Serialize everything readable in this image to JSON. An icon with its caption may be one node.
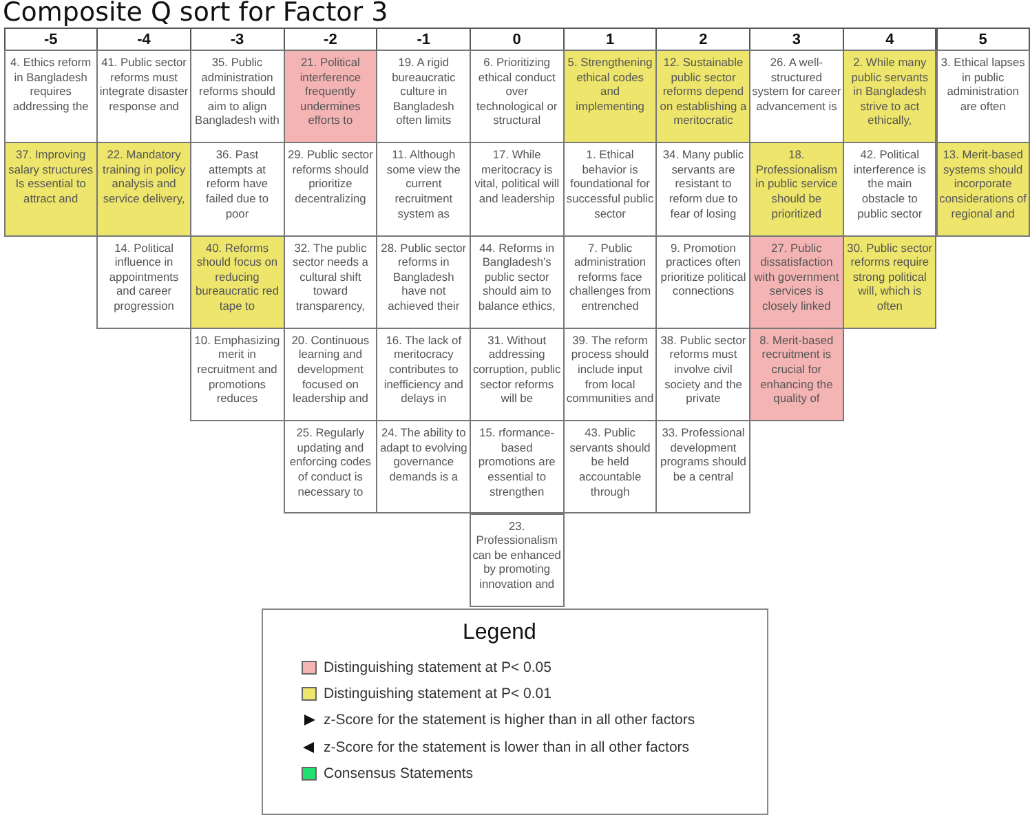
{
  "diagram": {
    "title": "Composite Q sort for Factor 3",
    "nodes": [
      {
        "text": [
          "-5"
        ]
      },
      {
        "text": [
          "-4"
        ]
      },
      {
        "text": [
          "-3"
        ]
      },
      {
        "text": [
          "-2"
        ]
      },
      {
        "text": [
          "-1"
        ]
      },
      {
        "text": [
          "0"
        ]
      },
      {
        "text": [
          "1"
        ]
      },
      {
        "text": [
          "2"
        ]
      },
      {
        "text": [
          "3"
        ]
      },
      {
        "text": [
          "4"
        ]
      },
      {
        "text": [
          "5"
        ]
      },
      {
        "text": [
          "4. Ethics reform in Bangladesh requires addressing the"
        ]
      },
      {
        "text": [
          "37. Improving salary structures Is essential to attract and"
        ]
      },
      {
        "text": [
          "41. Public sector reforms must integrate disaster response and"
        ]
      },
      {
        "text": [
          "22. Mandatory training in policy analysis and service delivery,"
        ]
      },
      {
        "text": [
          "14. Political influence in appointments and career progression"
        ]
      },
      {
        "text": [
          "35. Public administration reforms should aim to align Bangladesh with"
        ]
      },
      {
        "text": [
          "36. Past attempts at reform have failed due to poor"
        ]
      },
      {
        "text": [
          "40. Reforms should focus on reducing bureaucratic red tape to"
        ]
      },
      {
        "text": [
          "10. Emphasizing merit in recruitment and promotions reduces"
        ]
      },
      {
        "text": [
          "21. Political interference frequently undermines efforts to"
        ]
      },
      {
        "text": [
          "29. Public sector reforms should prioritize decentralizing"
        ]
      },
      {
        "text": [
          "32. The public sector needs a cultural shift toward transparency,"
        ]
      },
      {
        "text": [
          "20. Continuous learning and development focused on leadership and"
        ]
      },
      {
        "text": [
          "25. Regularly updating and enforcing codes of conduct is necessary to"
        ]
      },
      {
        "text": [
          "19. A rigid bureaucratic culture in Bangladesh often limits"
        ]
      },
      {
        "text": [
          "11. Although some view the current recruitment system as"
        ]
      },
      {
        "text": [
          "28. Public sector reforms in Bangladesh have not achieved their"
        ]
      },
      {
        "text": [
          "16. The lack of meritocracy contributes to inefficiency and delays in"
        ]
      },
      {
        "text": [
          "24. The ability to adapt to evolving governance demands is a"
        ]
      },
      {
        "text": [
          "6. Prioritizing ethical conduct over technological or structural"
        ]
      },
      {
        "text": [
          "17. While meritocracy is vital, political will and leadership"
        ]
      },
      {
        "text": [
          "44. Reforms in Bangladesh's public sector should aim to balance ethics,"
        ]
      },
      {
        "text": [
          "31. Without addressing corruption, public sector reforms will be"
        ]
      },
      {
        "text": [
          "15. rformance-based promotions are essential to strengthen"
        ]
      },
      {
        "text": [
          "23. Professionalism can be enhanced by promoting innovation and"
        ]
      },
      {
        "text": [
          "5. Strengthening ethical codes and implementing"
        ]
      },
      {
        "text": [
          "1. Ethical behavior is foundational for successful public sector"
        ]
      },
      {
        "text": [
          "7. Public administration reforms face challenges from entrenched"
        ]
      },
      {
        "text": [
          "39. The reform process should include input from local communities and"
        ]
      },
      {
        "text": [
          "43. Public servants should be held accountable through"
        ]
      },
      {
        "text": [
          "12. Sustainable public sector reforms depend on establishing a meritocratic"
        ]
      },
      {
        "text": [
          "34. Many public servants are resistant to reform due to fear of losing"
        ]
      },
      {
        "text": [
          "9. Promotion practices often prioritize political connections"
        ]
      },
      {
        "text": [
          "38. Public sector reforms must involve civil society and the private"
        ]
      },
      {
        "text": [
          "33. Professional development programs should be a central"
        ]
      },
      {
        "text": [
          "26. A well-structured system for career advancement is"
        ]
      },
      {
        "text": [
          "18. Professionalism in public service should be prioritized"
        ]
      },
      {
        "text": [
          "27. Public dissatisfaction with government services is closely linked"
        ]
      },
      {
        "text": [
          "8. Merit-based recruitment is crucial for enhancing the quality of"
        ]
      },
      {
        "text": [
          "2. While many public servants in Bangladesh strive to act ethically,"
        ]
      },
      {
        "text": [
          "42. Political interference is the main obstacle to public sector"
        ]
      },
      {
        "text": [
          "30. Public sector reforms require strong political will, which is often"
        ]
      },
      {
        "text": [
          "3. Ethical lapses in public administration are often"
        ]
      },
      {
        "text": [
          "13. Merit-based systems should incorporate considerations of regional and"
        ]
      }
    ],
    "labels": [
      "Legend"
    ],
    "legend": [
      {
        "text": "Distinguishing statement at P< 0.05",
        "color": "#f4b4b4"
      },
      {
        "text": "Distinguishing statement at P< 0.01",
        "color": "#ede56c"
      },
      {
        "text": "z-Score for the statement is higher than in all other factors"
      },
      {
        "text": "z-Score for the statement is lower than in all other factors"
      },
      {
        "text": "Consensus Statements",
        "color": "#22e070"
      }
    ]
  }
}
